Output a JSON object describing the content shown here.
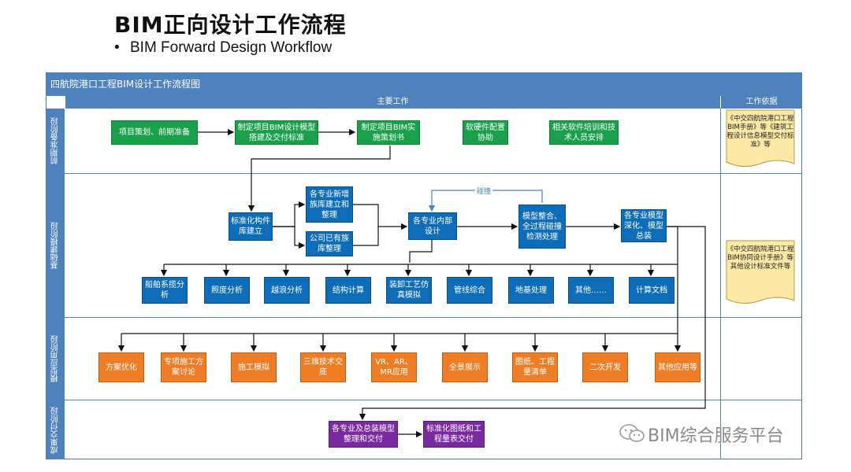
{
  "header": {
    "title": "BIM正向设计工作流程",
    "subtitle": "BIM Forward Design Workflow",
    "bullet": "•"
  },
  "diagram": {
    "caption": "四航院港口工程BIM设计工作流程图",
    "col_main": "主要工作",
    "col_basis": "工作依据",
    "stages": [
      "前期准备阶段",
      "基础建模阶段",
      "模型应用阶段",
      "成果交付阶段"
    ],
    "stage1": {
      "b1": "项目策划、前期准备",
      "b2": "制定项目BIM设计模型搭建及交付标准",
      "b3": "制定项目BIM实施策划书",
      "b4": "软硬件配置协助",
      "b5": "相关软件培训和技术人员安排"
    },
    "stage2": {
      "b_lib": "标准化构件库建立",
      "b_new": "各专业新增族库建立和整理",
      "b_exist": "公司已有族库整理",
      "b_design": "各专业内部设计",
      "b_merge": "模型整合、全过程碰撞检测处理",
      "b_deep": "各专业模型深化、模型总装",
      "collide_label": "碰撞",
      "analyses": [
        "船舶系揽分析",
        "照度分析",
        "越浪分析",
        "结构计算",
        "装卸工艺仿真模拟",
        "管线综合",
        "地基处理",
        "其他……",
        "计算文档"
      ]
    },
    "stage3": {
      "apps": [
        "方案优化",
        "专项施工方案讨论",
        "施工模拟",
        "三维技术交底",
        "VR、AR、MR应用",
        "全景展示",
        "图纸、工程量清单",
        "二次开发",
        "其他应用等"
      ]
    },
    "stage4": {
      "b1": "各专业及总装模型整理和交付",
      "b2": "标准化图纸和工程量表交付"
    },
    "basis": {
      "doc1": "《中交四航院港口工程BIM手册》等《建筑工程设计信息模型交付标准》等",
      "doc2": "《中交四航院港口工程BIM协同设计手册》等 其他设计标准文件等"
    }
  },
  "watermark": "BIM综合服务平台",
  "colors": {
    "header_blue": "#4f81bd",
    "green": "#1aa04a",
    "blue": "#0e6db8",
    "orange": "#ef7d25",
    "purple": "#7a2aa0",
    "doc_fill": "#fde9a6"
  }
}
